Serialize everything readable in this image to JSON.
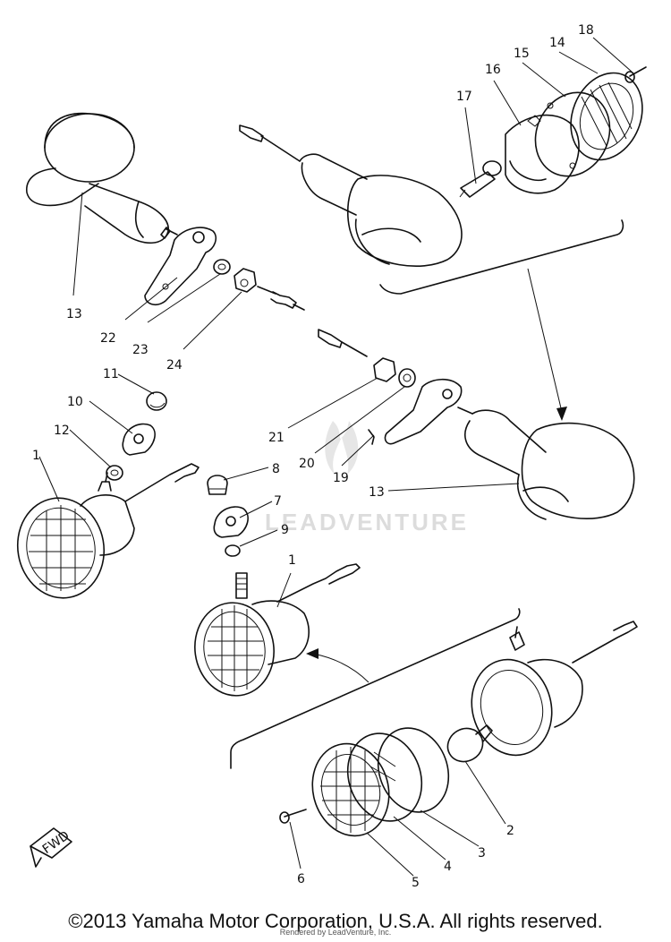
{
  "watermark": "LEADVENTURE",
  "fwd_label": "FWD",
  "callouts": {
    "c1a": "1",
    "c1b": "1",
    "c2": "2",
    "c3": "3",
    "c4": "4",
    "c5": "5",
    "c6": "6",
    "c7": "7",
    "c8": "8",
    "c9": "9",
    "c10": "10",
    "c11": "11",
    "c12": "12",
    "c13a": "13",
    "c13b": "13",
    "c14": "14",
    "c15": "15",
    "c16": "16",
    "c17": "17",
    "c18": "18",
    "c19": "19",
    "c20": "20",
    "c21": "21",
    "c22": "22",
    "c23": "23",
    "c24": "24"
  },
  "footer": {
    "copyright": "©2013 Yamaha Motor Corporation, U.S.A. All rights reserved.",
    "rendered_by": "Rendered by LeadVenture, Inc."
  }
}
